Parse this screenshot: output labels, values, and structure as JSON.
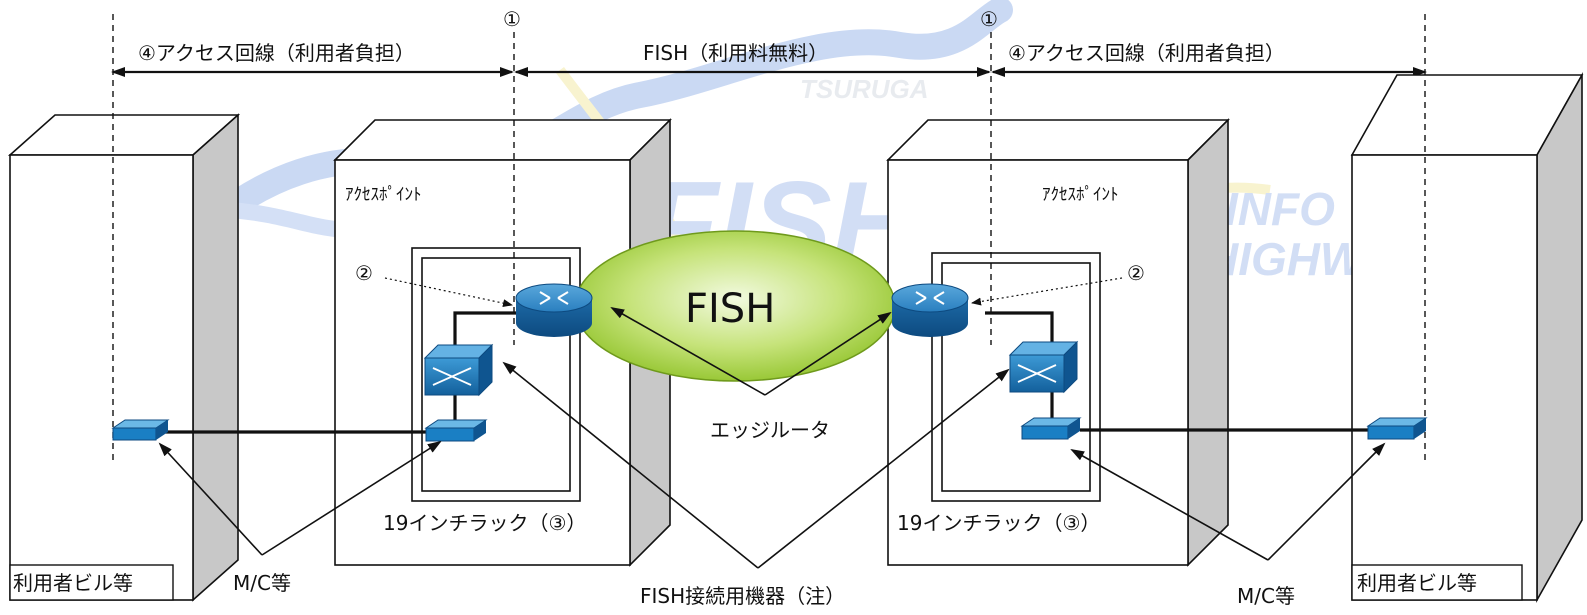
{
  "labels": {
    "access_line_left": "④アクセス回線（利用者負担）",
    "fish_free": "FISH（利用料無料）",
    "access_line_right": "④アクセス回線（利用者負担）",
    "circle1_left": "①",
    "circle1_right": "①",
    "access_point_left": "ｱｸｾｽﾎﾟｲﾝﾄ",
    "access_point_right": "ｱｸｾｽﾎﾟｲﾝﾄ",
    "circle2_left": "②",
    "circle2_right": "②",
    "network_name": "FISH",
    "edge_router": "エッジルータ",
    "rack_left": "19インチラック（③）",
    "rack_right": "19インチラック（③）",
    "user_building_left": "利用者ビル等",
    "user_building_right": "利用者ビル等",
    "mc_left": "M/C等",
    "mc_right": "M/C等",
    "fish_equipment": "FISH接続用機器（注）"
  },
  "watermark": {
    "text_fish": "FISH",
    "text_tsuruga": "TSURUGA",
    "text_info": "INFO",
    "text_highway": "HIGHWAY"
  },
  "colors": {
    "network_cloud": "#99cc33",
    "device_blue": "#1a7fc4",
    "building_side": "#c8c8c8",
    "watermark_blue": "#9fb8e8",
    "watermark_yellow": "#f5ecb0"
  }
}
